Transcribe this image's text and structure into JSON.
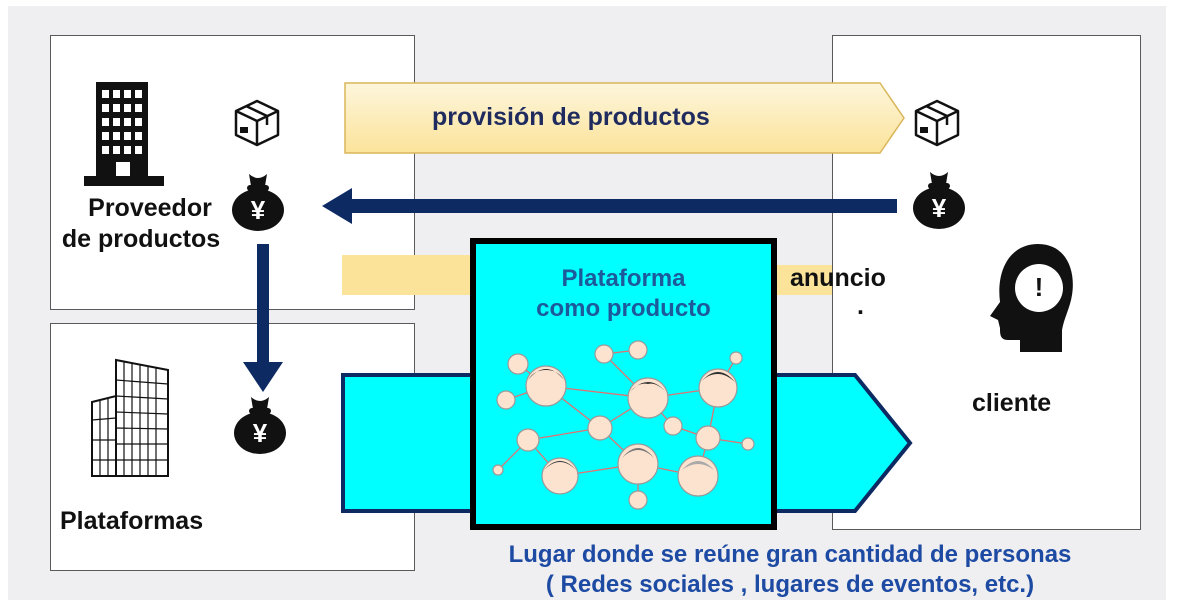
{
  "diagram": {
    "supplier_label_line1": "Proveedor",
    "supplier_label_line2": "de productos",
    "platforms_label": "Plataformas",
    "client_label": "cliente",
    "provision_label": "provisión de productos",
    "ad_label": "anuncio",
    "ad_label_dot": ".",
    "platform_title_line1": "Plataforma",
    "platform_title_line2": "como producto",
    "caption_line1": "Lugar donde se reúne gran cantidad de personas",
    "caption_line2": "( Redes sociales , lugares de eventos, etc.)",
    "yen_symbol": "¥",
    "exclaim_symbol": "!"
  },
  "colors": {
    "background": "#efeff1",
    "arrow_navy": "#0d2a63",
    "band_yellow": "#fbe39a",
    "platform_cyan": "#00ffff",
    "title_blue": "#1d5a9c",
    "caption_blue": "#1d4aa3"
  },
  "icons": [
    "office-building-icon",
    "package-box-icon",
    "money-bag-yen-icon",
    "glass-skyscraper-icon",
    "person-head-icon",
    "people-network-icon"
  ]
}
